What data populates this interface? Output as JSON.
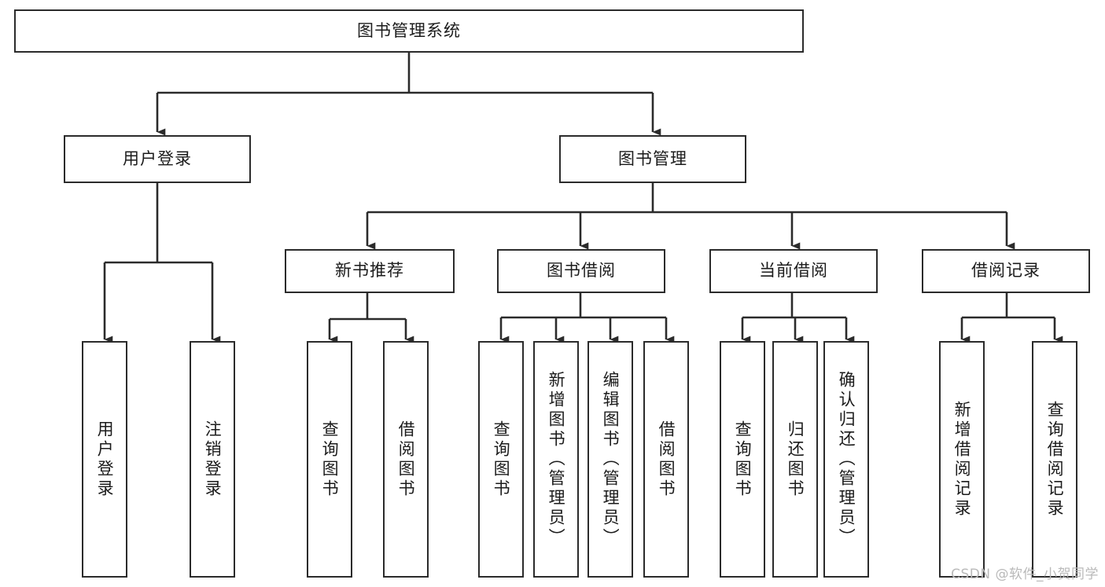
{
  "diagram": {
    "title": "图书管理系统",
    "type": "tree",
    "watermark": "CSDN @软件_小贺同学",
    "colors": {
      "stroke": "#2b2b2b",
      "fill": "#ffffff",
      "text": "#1b1b1b",
      "watermark": "#b9b9b9"
    },
    "nodes": {
      "root": "图书管理系统",
      "level2": {
        "user_login": "用户登录",
        "book_manage": "图书管理"
      },
      "level3": {
        "new_book_rec": "新书推荐",
        "book_borrow": "图书借阅",
        "current_borrow": "当前借阅",
        "borrow_record": "借阅记录"
      },
      "leaves": {
        "user_login_1": "用户登录",
        "user_login_2": "注销登录",
        "new_book_rec_1": "查询图书",
        "new_book_rec_2": "借阅图书",
        "book_borrow_1": "查询图书",
        "book_borrow_2": "新增图书（管理员）",
        "book_borrow_3": "编辑图书（管理员）",
        "book_borrow_4": "借阅图书",
        "current_borrow_1": "查询图书",
        "current_borrow_2": "归还图书",
        "current_borrow_3": "确认归还（管理员）",
        "borrow_record_1": "新增借阅记录",
        "borrow_record_2": "查询借阅记录"
      }
    }
  }
}
